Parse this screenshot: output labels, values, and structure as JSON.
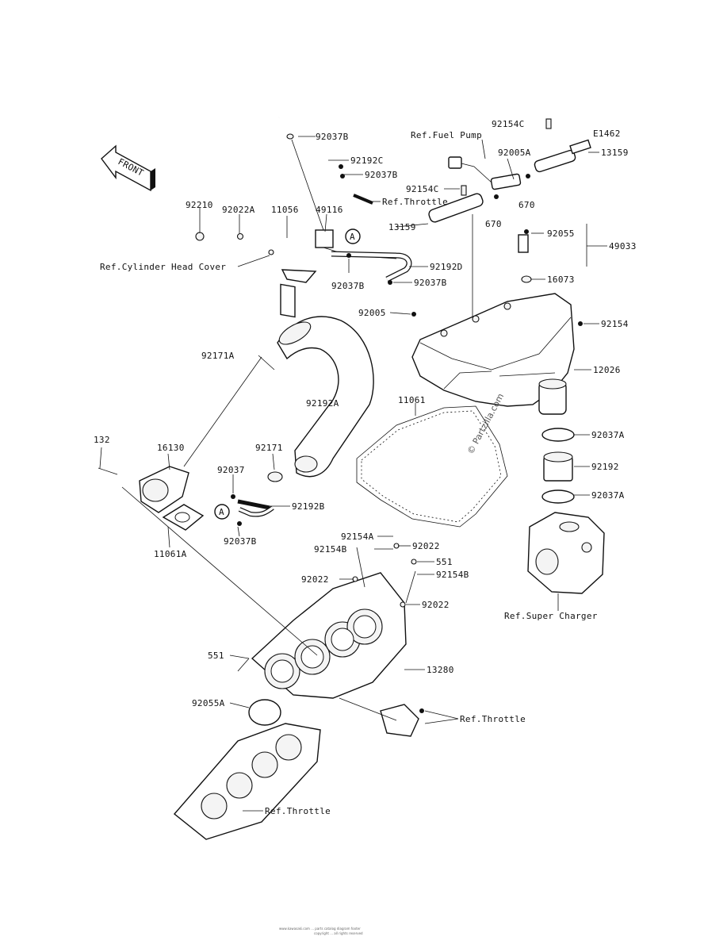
{
  "diagram": {
    "front_marker": "FRONT",
    "circle_marker": "A",
    "watermark": "© Partzilla.com",
    "footer": [
      "www.kawasaki.com ... parts catalog diagram footer",
      "copyright ... all rights reserved"
    ],
    "labels": {
      "p92037B_top": "92037B",
      "p92192C": "92192C",
      "p92037B_mid": "92037B",
      "ref_throttle_top": "Ref.Throttle",
      "p92154C_top": "92154C",
      "ref_fuel_pump": "Ref.Fuel Pump",
      "p92005A": "92005A",
      "pE1462": "E1462",
      "p13159_right": "13159",
      "p92154C_mid": "92154C",
      "p670_a": "670",
      "p13159_left": "13159",
      "p670_b": "670",
      "p92210": "92210",
      "p92022A": "92022A",
      "p11056": "11056",
      "p49116": "49116",
      "p92055": "92055",
      "p49033": "49033",
      "ref_cyl_head": "Ref.Cylinder Head Cover",
      "p92192D": "92192D",
      "p92037B_c": "92037B",
      "p92037B_d": "92037B",
      "p16073": "16073",
      "p92005": "92005",
      "p92154_r": "92154",
      "p92171A": "92171A",
      "p12026": "12026",
      "p11061": "11061",
      "p92192A": "92192A",
      "p92037A_a": "92037A",
      "p132": "132",
      "p16130": "16130",
      "p92171": "92171",
      "p92192": "92192",
      "p92037": "92037",
      "p92037A_b": "92037A",
      "p92192B": "92192B",
      "p92037B_e": "92037B",
      "p11061A": "11061A",
      "p92154A": "92154A",
      "p92154B_a": "92154B",
      "p92022_a": "92022",
      "p92022_b": "92022",
      "p551_a": "551",
      "p92154B_b": "92154B",
      "ref_super_charger": "Ref.Super Charger",
      "p92022_c": "92022",
      "p551_b": "551",
      "p13280": "13280",
      "p92055A": "92055A",
      "ref_throttle_mid": "Ref.Throttle",
      "ref_throttle_bot": "Ref.Throttle"
    }
  }
}
